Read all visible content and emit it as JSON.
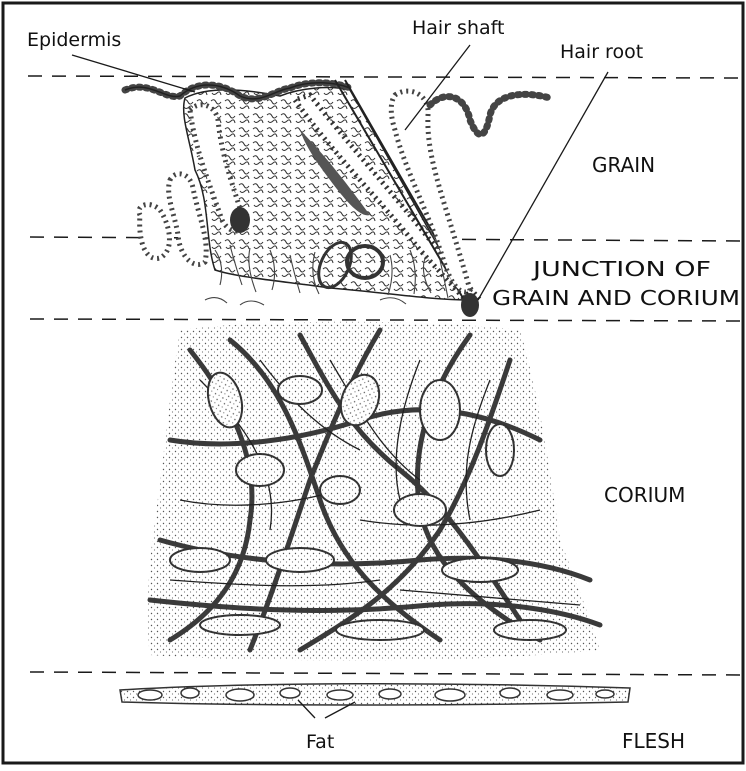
{
  "callouts": {
    "epidermis": "Epidermis",
    "hair_shaft": "Hair shaft",
    "hair_root": "Hair root",
    "fat": "Fat"
  },
  "zones": {
    "grain": "GRAIN",
    "junction_line1": "JUNCTION OF",
    "junction_line2": "GRAIN AND CORIUM",
    "corium": "CORIUM",
    "flesh": "FLESH"
  },
  "colors": {
    "ink": "#1a1a1a",
    "tissue": "#6b6b6b",
    "paper": "#ffffff"
  }
}
